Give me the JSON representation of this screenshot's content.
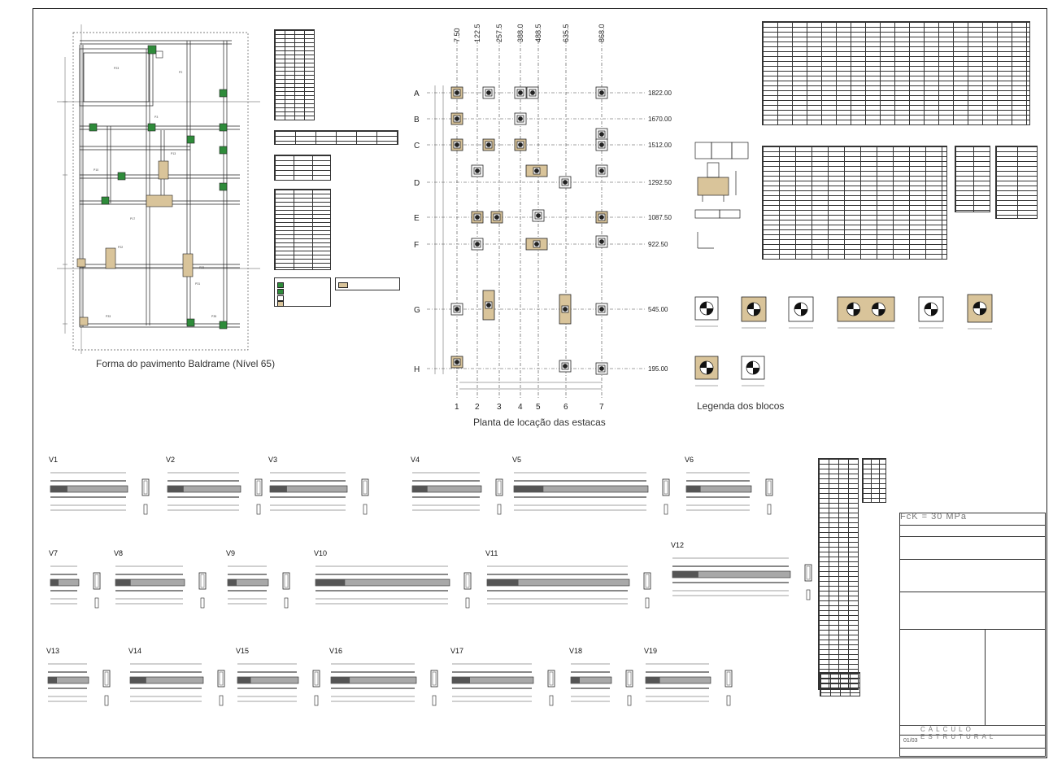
{
  "titles": {
    "plan_forma": "Forma do pavimento Baldrame (Nível 65)",
    "plan_estacas": "Planta de locação das estacas",
    "legenda_blocos": "Legenda dos blocos"
  },
  "grid": {
    "columns": [
      "7.50",
      "122.50",
      "257.50",
      "388.00",
      "488.50",
      "635.50",
      "868.00"
    ],
    "column_numbers": [
      "1",
      "2",
      "3",
      "4",
      "5",
      "6",
      "7"
    ],
    "rows": [
      "A",
      "B",
      "C",
      "D",
      "E",
      "F",
      "G",
      "H"
    ],
    "row_values": [
      "1822.00",
      "1670.00",
      "1512.00",
      "1292.50",
      "1087.50",
      "922.50",
      "545.00",
      "195.00"
    ]
  },
  "beams": [
    "V1",
    "V2",
    "V3",
    "V4",
    "V5",
    "V6",
    "V7",
    "V8",
    "V9",
    "V10",
    "V11",
    "V12",
    "V13",
    "V14",
    "V15",
    "V16",
    "V17",
    "V18",
    "V19"
  ],
  "title_block": {
    "concrete": "FcK = 30 MPa",
    "header": "CÁLCULO ESTRUTURAL",
    "sheet_code": "01/03"
  },
  "colors": {
    "line": "#222222",
    "block_fill": "#d9c49a",
    "pillar_green": "#2e8b3a",
    "beam_gray": "#a8a8a8"
  }
}
